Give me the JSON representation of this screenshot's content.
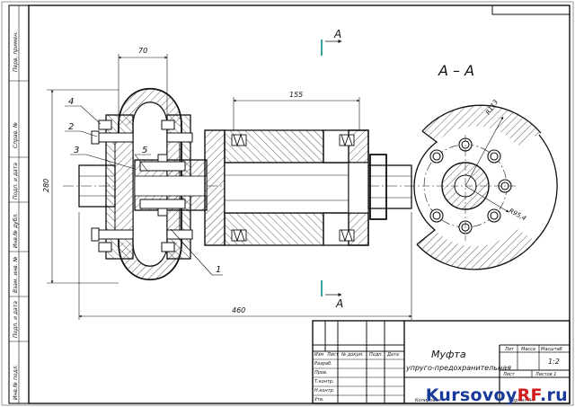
{
  "section_label": "А – А",
  "cut_letter": "А",
  "dimensions": {
    "d70": "70",
    "d155": "155",
    "d280": "280",
    "d460": "460",
    "r113": "R113",
    "r95": "R95,4"
  },
  "callouts": [
    "1",
    "2",
    "3",
    "4",
    "5"
  ],
  "title_block": {
    "title_line1": "Муфта",
    "title_line2": "упруго-предохранительная",
    "scale": "1:2",
    "col_lit": "Лит",
    "col_mass": "Масса",
    "col_scale": "Масштаб",
    "sheet": "Лист",
    "sheets": "Листов 1",
    "rows": [
      "Изм",
      "Лист",
      "№ докум.",
      "Подп.",
      "Дата"
    ],
    "roles": [
      "Разраб.",
      "Пров.",
      "Т.контр.",
      "Н.контр.",
      "Утв."
    ],
    "copied": "Копировал",
    "format": "Формат А4"
  },
  "side_stamp": [
    "Инв.№ подл.",
    "Подп. и дата",
    "Взам. инв. №",
    "Инв.№ дубл.",
    "Подп. и дата",
    "Справ. №",
    "Перв. примен."
  ],
  "watermark": {
    "main": "Kursovoy",
    "accent": "RF",
    "suffix": ".ru"
  }
}
